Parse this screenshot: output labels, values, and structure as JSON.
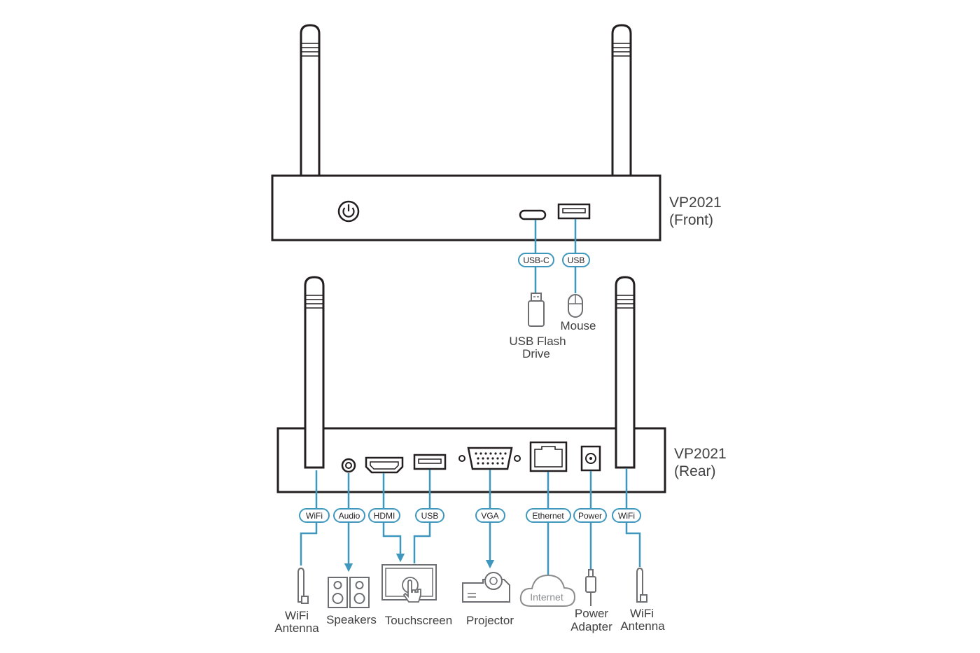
{
  "front": {
    "name": "VP2021",
    "view": "(Front)"
  },
  "rear": {
    "name": "VP2021",
    "view": "(Rear)"
  },
  "ports_front": {
    "usbc": "USB-C",
    "usb": "USB"
  },
  "ports_rear": {
    "wifi_left": "WiFi",
    "audio": "Audio",
    "hdmi": "HDMI",
    "usb": "USB",
    "vga": "VGA",
    "ethernet": "Ethernet",
    "power": "Power",
    "wifi_right": "WiFi"
  },
  "devices": {
    "usb_flash_line1": "USB Flash",
    "usb_flash_line2": "Drive",
    "mouse": "Mouse",
    "wifi_left_line1": "WiFi",
    "wifi_left_line2": "Antenna",
    "speakers": "Speakers",
    "touchscreen": "Touchscreen",
    "projector": "Projector",
    "internet": "Internet",
    "power_line1": "Power",
    "power_line2": "Adapter",
    "wifi_right_line1": "WiFi",
    "wifi_right_line2": "Antenna"
  },
  "colors": {
    "cable": "#3f97bd",
    "device": "#231f20",
    "label": "#414042"
  }
}
